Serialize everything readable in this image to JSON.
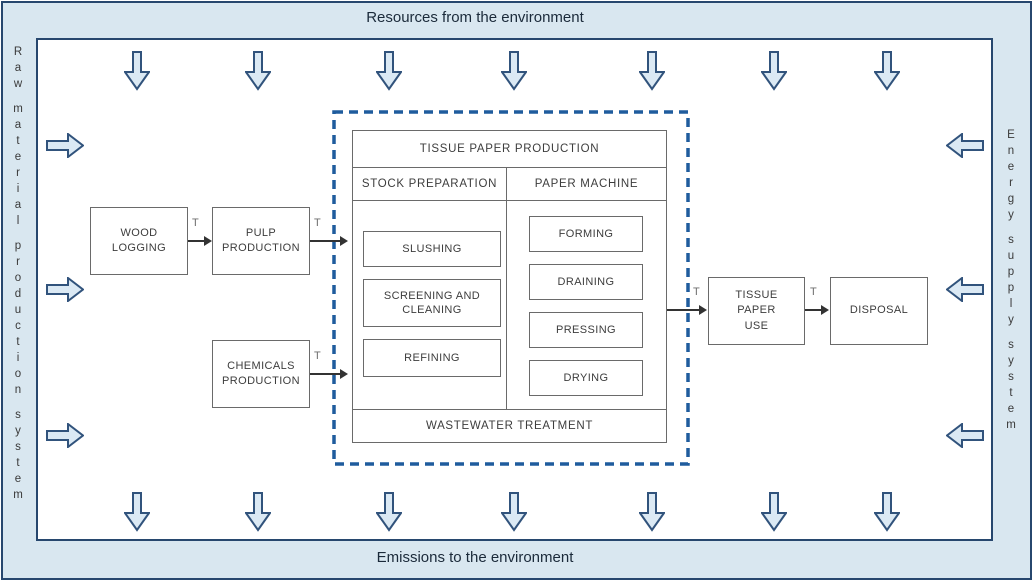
{
  "colors": {
    "band_bg": "#d9e7f0",
    "frame_border": "#27476e",
    "arrow_fill": "#dbe9f4",
    "arrow_stroke": "#31537c",
    "dashed_border": "#1f5c9d",
    "box_border": "#6a6a6a",
    "box_text": "#3d3d3d",
    "connector": "#333333"
  },
  "bands": {
    "top": "Resources from the environment",
    "bottom": "Emissions to the environment",
    "left": "Raw material production system",
    "right": "Energy supply system"
  },
  "labels": {
    "t": "T"
  },
  "icons": {
    "down_arrow": "block-arrow-down",
    "right_arrow": "block-arrow-right",
    "left_arrow": "block-arrow-left"
  },
  "boxes": {
    "wood_logging": "WOOD LOGGING",
    "pulp_production": "PULP PRODUCTION",
    "chemicals_production": "CHEMICALS PRODUCTION",
    "tissue_paper_use": "TISSUE PAPER USE",
    "disposal": "DISPOSAL"
  },
  "production": {
    "title": "TISSUE PAPER PRODUCTION",
    "columns": [
      {
        "header": "STOCK PREPARATION",
        "steps": [
          "SLUSHING",
          "SCREENING AND CLEANING",
          "REFINING"
        ]
      },
      {
        "header": "PAPER MACHINE",
        "steps": [
          "FORMING",
          "DRAINING",
          "PRESSING",
          "DRYING"
        ]
      }
    ],
    "footer": "WASTEWATER TREATMENT"
  }
}
